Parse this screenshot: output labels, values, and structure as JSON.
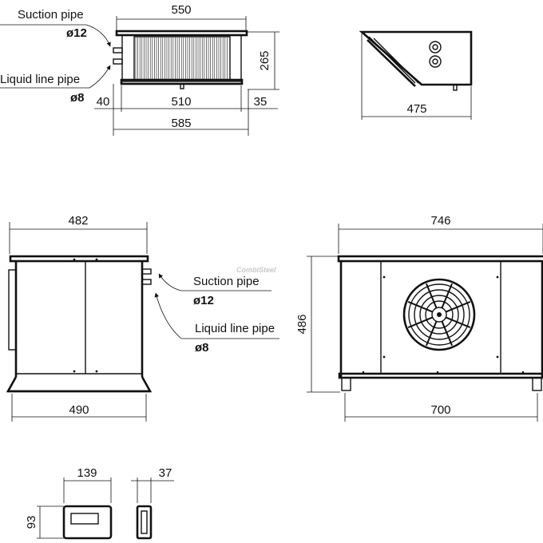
{
  "top_view": {
    "dim_top": "550",
    "dim_height": "265",
    "dim_left": "40",
    "dim_middle": "510",
    "dim_right": "35",
    "dim_total": "585",
    "suction_label": "Suction pipe",
    "suction_size": "ø12",
    "liquid_label": "Liquid line pipe",
    "liquid_size": "ø8"
  },
  "side_top_view": {
    "dim_width": "475"
  },
  "side_view": {
    "dim_top": "482",
    "dim_bottom": "490",
    "suction_label": "Suction pipe",
    "suction_size": "ø12",
    "liquid_label": "Liquid line pipe",
    "liquid_size": "ø8"
  },
  "front_view": {
    "dim_top": "746",
    "dim_height": "486",
    "dim_bottom": "700",
    "watermark": "CombiSteel"
  },
  "controller_front": {
    "dim_width": "139",
    "dim_height": "93"
  },
  "controller_side": {
    "dim_width": "37"
  }
}
